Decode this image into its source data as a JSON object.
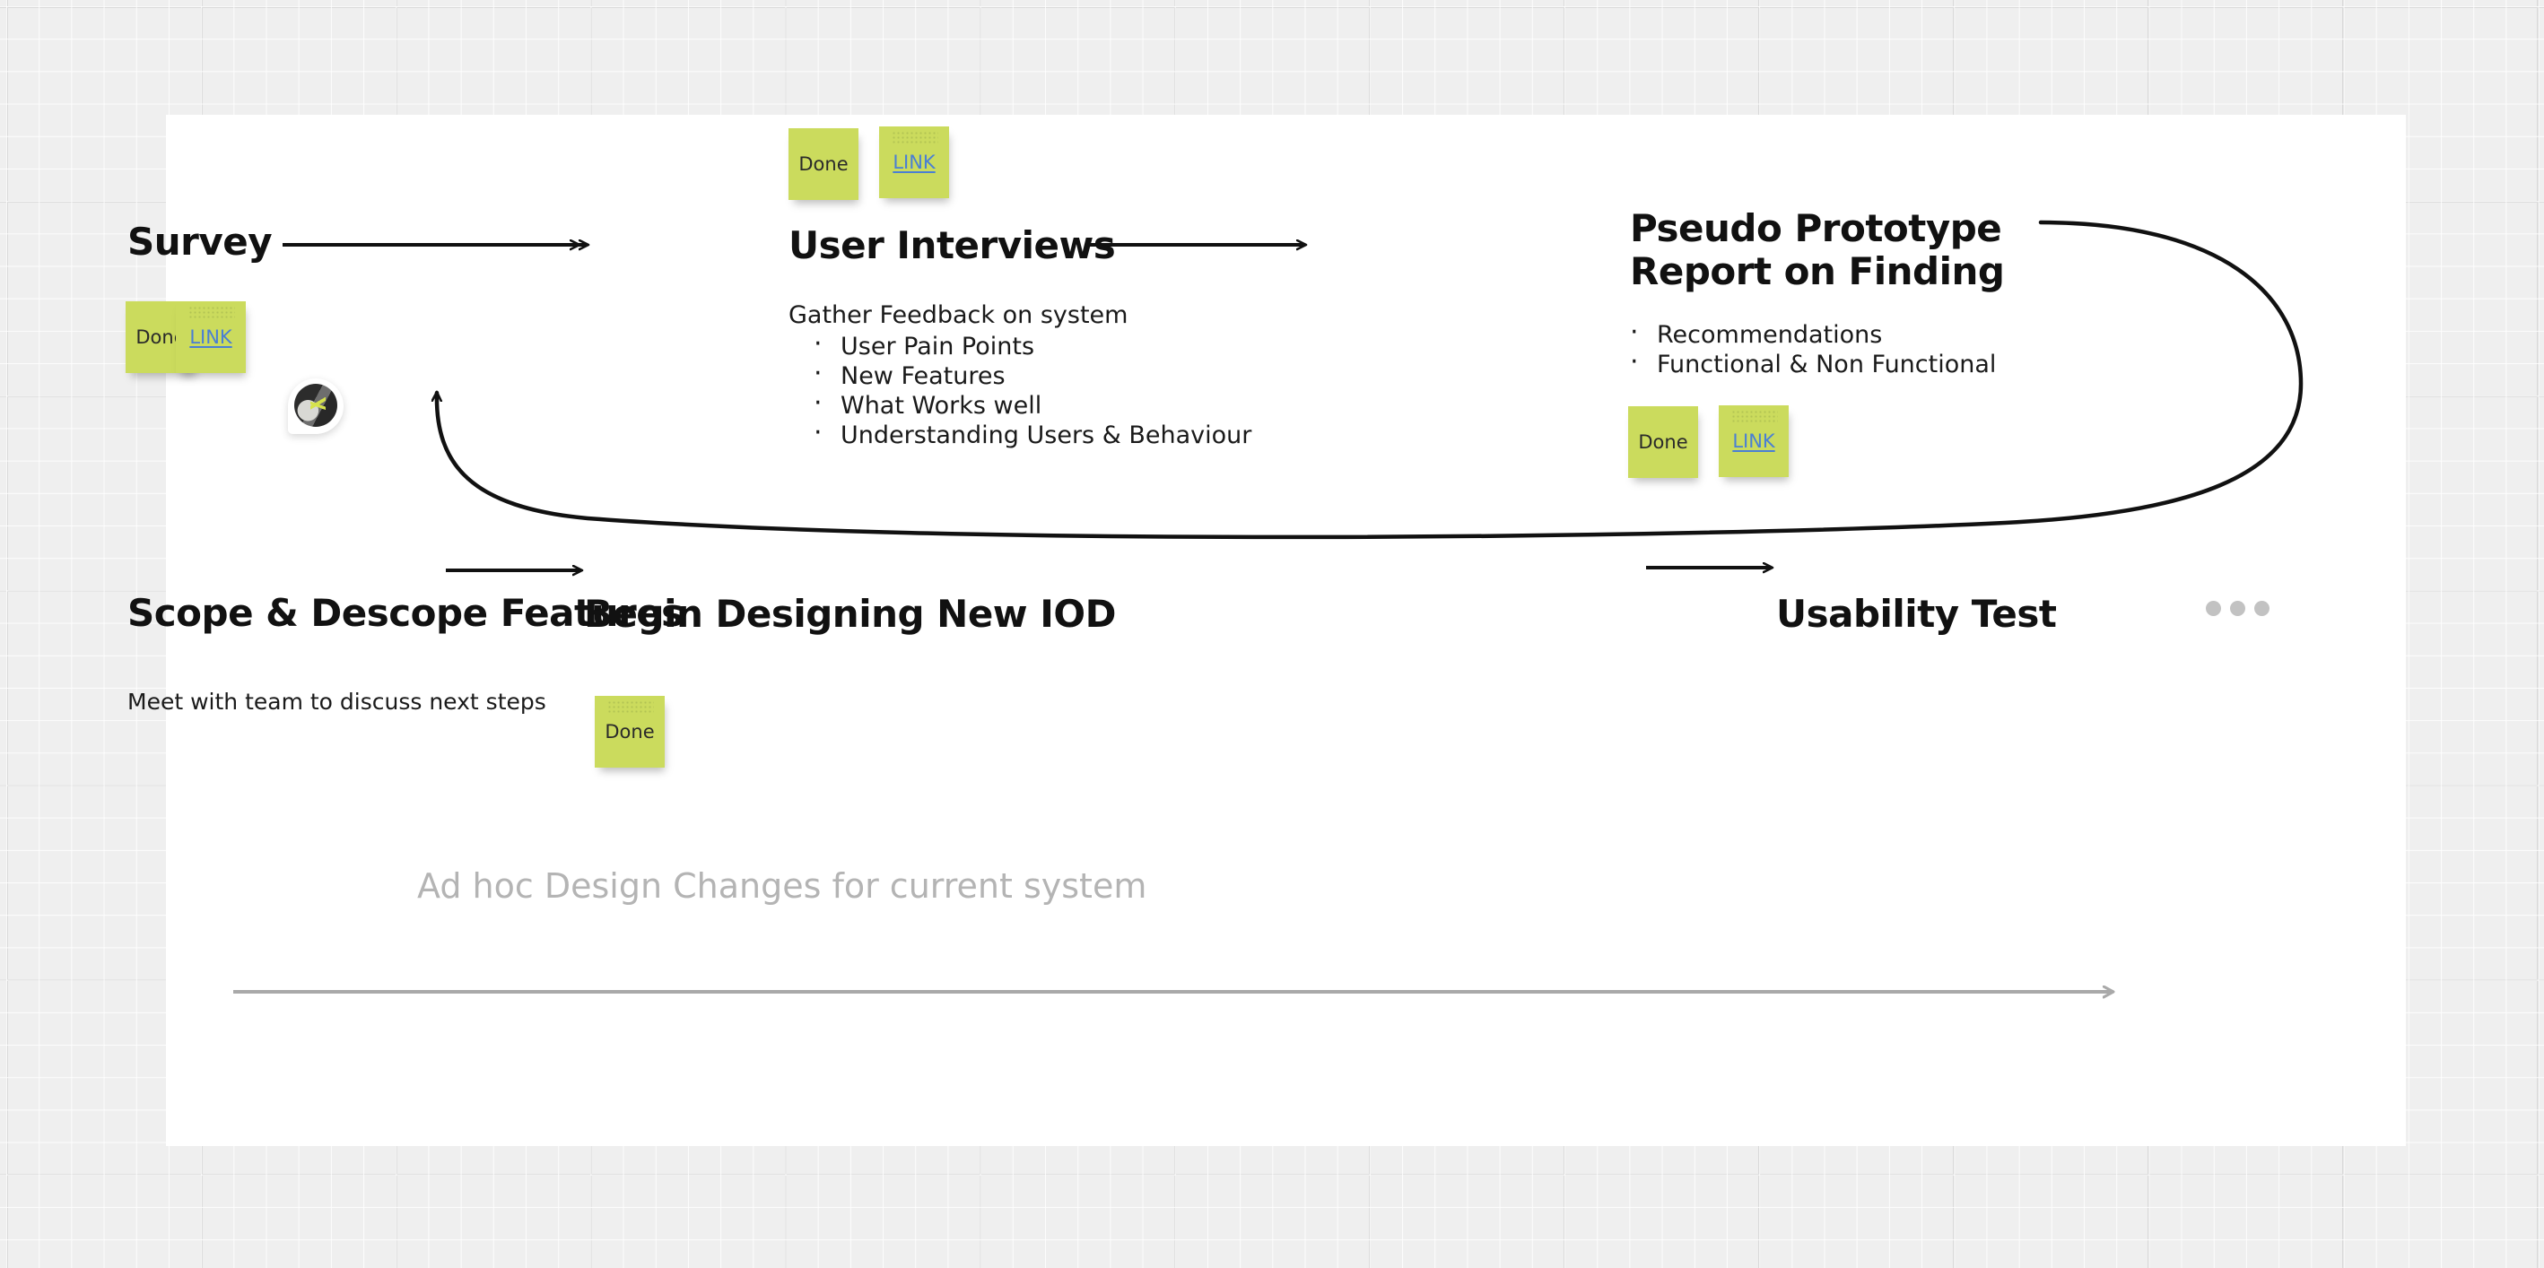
{
  "board": {
    "background_color": "#efefef",
    "canvas_color": "#ffffff",
    "sticky_color": "#cbdb5d",
    "link_color": "#4a7fd4",
    "ghost_color": "#b4b4b4"
  },
  "nodes": {
    "survey": {
      "title": "Survey",
      "stickies": [
        {
          "label": "Done",
          "kind": "done"
        },
        {
          "label": "LINK",
          "kind": "link"
        }
      ]
    },
    "user_interviews": {
      "title": "User Interviews",
      "stickies": [
        {
          "label": "Done",
          "kind": "done"
        },
        {
          "label": "LINK",
          "kind": "link"
        }
      ],
      "body_lead": "Gather Feedback on system",
      "body_items": [
        "User Pain Points",
        "New Features",
        "What Works well",
        "Understanding Users & Behaviour"
      ]
    },
    "pseudo_prototype": {
      "title_line_1": "Pseudo Prototype",
      "title_line_2": "Report on Finding",
      "body_items": [
        "Recommendations",
        "Functional & Non Functional"
      ],
      "stickies": [
        {
          "label": "Done",
          "kind": "done"
        },
        {
          "label": "LINK",
          "kind": "link"
        }
      ]
    },
    "scope_descope": {
      "title": "Scope & Descope Features",
      "caption": "Meet with team to discuss next steps"
    },
    "begin_designing": {
      "title": "Begin Designing New IOD",
      "stickies": [
        {
          "label": "Done",
          "kind": "done"
        }
      ]
    },
    "usability_test": {
      "title": "Usability Test"
    }
  },
  "ghost_track": {
    "label": "Ad hoc Design Changes for current system"
  },
  "more_menu": {
    "label": "more-options"
  },
  "avatar": {
    "label": "collaborator-comment-pin"
  }
}
